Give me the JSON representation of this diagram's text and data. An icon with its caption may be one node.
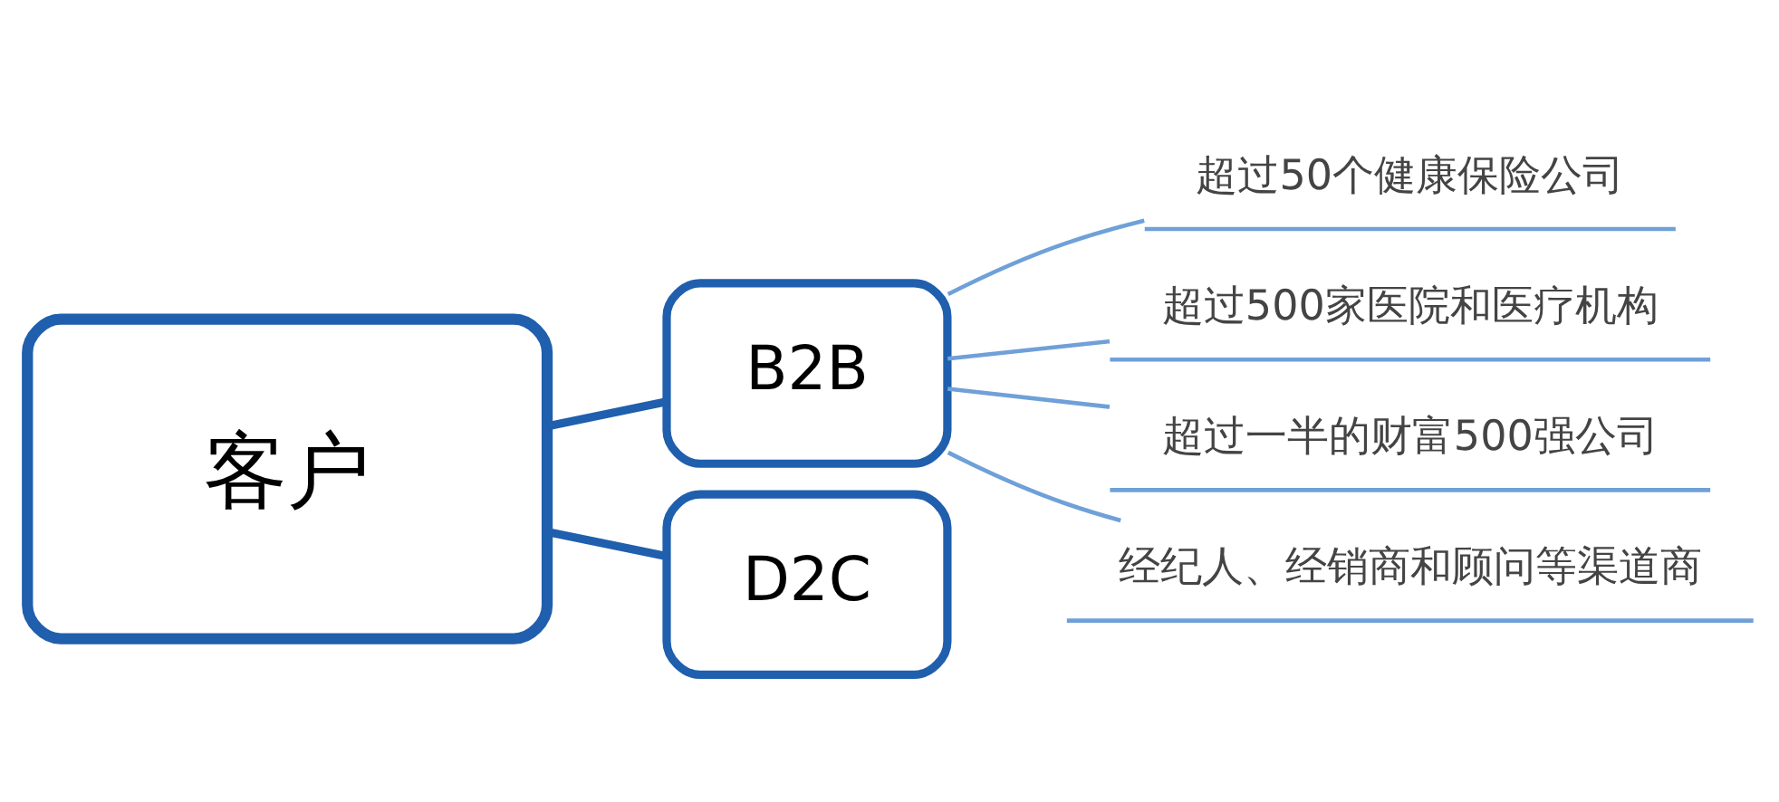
{
  "diagram": {
    "nodes": [
      {
        "text": [
          "客户"
        ]
      },
      {
        "text": [
          "B2B"
        ]
      },
      {
        "text": [
          "D2C"
        ]
      },
      {
        "text": [
          "超过50个健康保险公司"
        ]
      },
      {
        "text": [
          "超过500家医院和医疗机构"
        ]
      },
      {
        "text": [
          "超过一半的财富500强公司"
        ]
      },
      {
        "text": [
          "经纪人、经销商和顾问等渠道商"
        ]
      }
    ],
    "edges": [
      {
        "from": 0,
        "to": 1,
        "arrow": "none",
        "style": "thick",
        "color": "#1f5fad"
      },
      {
        "from": 0,
        "to": 2,
        "arrow": "none",
        "style": "thick",
        "color": "#1f5fad"
      },
      {
        "from": 1,
        "to": 3,
        "arrow": "none"
      },
      {
        "from": 1,
        "to": 4,
        "arrow": "none"
      },
      {
        "from": 1,
        "to": 5,
        "arrow": "none"
      },
      {
        "from": 1,
        "to": 6,
        "arrow": "none"
      }
    ]
  }
}
